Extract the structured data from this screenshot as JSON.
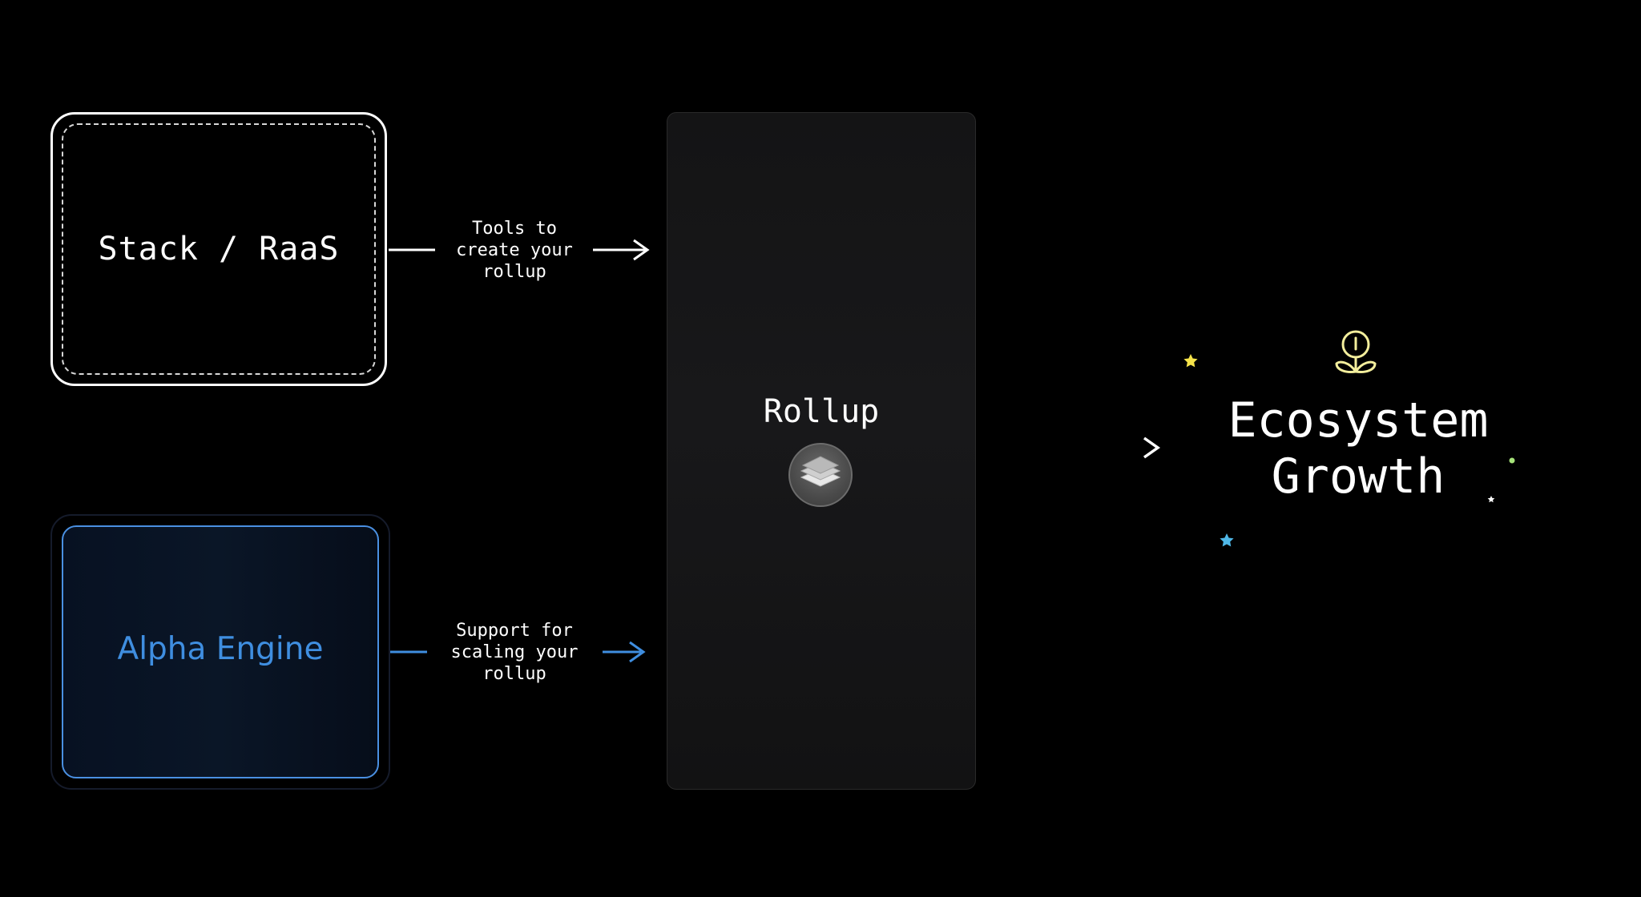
{
  "diagram": {
    "stack_box": {
      "label": "Stack / RaaS"
    },
    "alpha_box": {
      "label": "Alpha Engine"
    },
    "connector_top": {
      "text": "Tools to\ncreate your\nrollup"
    },
    "connector_bottom": {
      "text": "Support for\nscaling your\nrollup"
    },
    "rollup": {
      "label": "Rollup",
      "icon": "layers-icon"
    },
    "ecosystem": {
      "title": "Ecosystem\nGrowth",
      "icon": "sprout-icon"
    }
  },
  "colors": {
    "background": "#000000",
    "white": "#ffffff",
    "alpha_blue": "#3f8ee0",
    "star_yellow": "#f5e34a",
    "star_cyan": "#4fb8e8",
    "dot_green": "#a6e37a",
    "sprout_yellow": "#f3ee9c"
  }
}
